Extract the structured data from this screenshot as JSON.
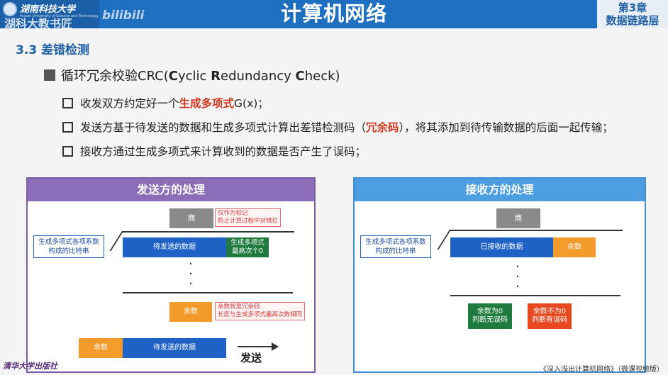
{
  "header": {
    "title": "计算机网络",
    "university_name": "湖南科技大学",
    "university_en": "Hunan University of Science and Technology",
    "watermark": "湖科大教书匠",
    "watermark_logo": "bilibili",
    "chapter_num": "第3章",
    "chapter_title": "数据链路层"
  },
  "section_title": "3.3 差错检测",
  "main_bullet": {
    "prefix": "循环冗余校验CRC(",
    "c1": "C",
    "r1": "yclic ",
    "c2": "R",
    "r2": "edundancy ",
    "c3": "C",
    "r3": "heck",
    "suffix": ")"
  },
  "sub_bullets": [
    {
      "pre": "收发双方约定好一个",
      "red": "生成多项式",
      "post": "G(x)；"
    },
    {
      "pre": "发送方基于待发送的数据和生成多项式计算出差错检测码（",
      "red": "冗余码",
      "post": "），将其添加到待传输数据的后面一起传输；"
    },
    {
      "pre": "接收方通过生成多项式来计算收到的数据是否产生了误码；",
      "red": "",
      "post": ""
    }
  ],
  "sender": {
    "title": "发送方的处理",
    "quotient": "商",
    "quotient_note": [
      "仅作为标记",
      "防止计算过程中对错位"
    ],
    "divisor_label": [
      "生成多项式各项系数",
      "构成的比特串"
    ],
    "data_block": "待发送的数据",
    "zero_block": [
      "生成多项式",
      "最高次个0"
    ],
    "dots": "·",
    "remainder": "余数",
    "remainder_note": [
      "余数就是冗余码",
      "长度与生成多项式最高次数相同"
    ],
    "frame_remainder": "余数",
    "frame_data": "待发送的数据",
    "send": "发送"
  },
  "receiver": {
    "title": "接收方的处理",
    "quotient": "商",
    "divisor_label": [
      "生成多项式各项系数",
      "构成的比特串"
    ],
    "data_block": "已接收的数据",
    "remainder_block": "余数",
    "ok": [
      "余数为0",
      "判断无误码"
    ],
    "err": [
      "余数不为0",
      "判断有误码"
    ]
  },
  "footer": {
    "publisher": "清华大学出版社",
    "book": "《深入浅出计算机网络》（微课视频版）"
  },
  "colors": {
    "header_blue": "#1f6fc0",
    "sender_purple": "#8b6db8",
    "receiver_blue": "#4b9ee0",
    "highlight_red": "#d0361f",
    "data_blue": "#1e62c6",
    "remainder_orange": "#f29b2b",
    "ok_green": "#1f7a3d",
    "err_red": "#e6491f"
  }
}
